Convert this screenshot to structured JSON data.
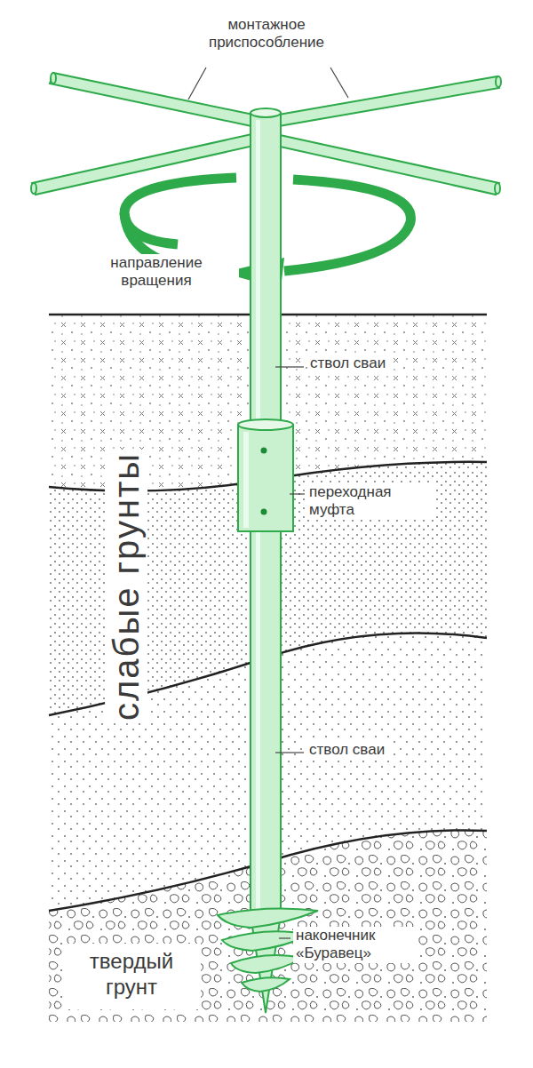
{
  "diagram": {
    "labels": [
      "монтажное приспособление",
      "направление вращения",
      "ствол сваи",
      "слабые грунты",
      "переходная муфта",
      "ствол сваи",
      "наконечник «Буравец»",
      "твердый грунт"
    ]
  }
}
